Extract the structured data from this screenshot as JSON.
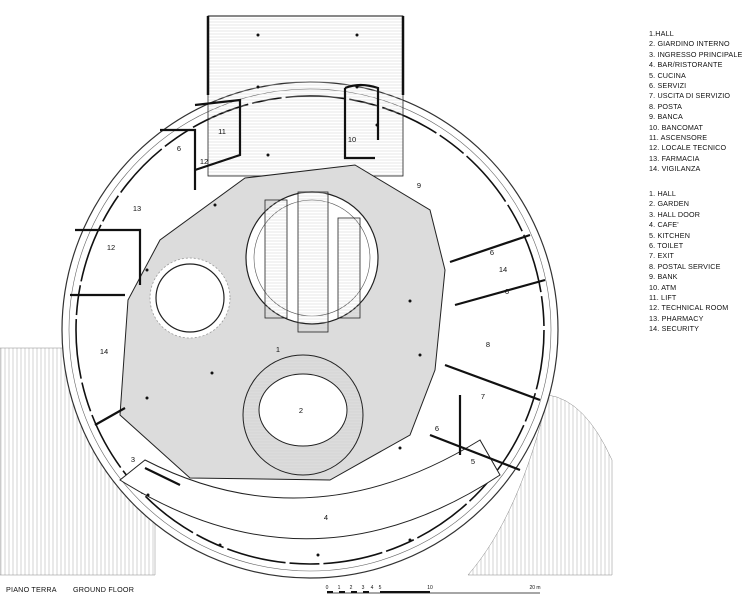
{
  "legend_it": [
    "1.HALL",
    "2. GIARDINO INTERNO",
    "3. INGRESSO PRINCIPALE",
    "4. BAR/RISTORANTE",
    "5. CUCINA",
    "6. SERVIZI",
    "7. USCITA DI SERVIZIO",
    "8. POSTA",
    "9. BANCA",
    "10. BANCOMAT",
    "11. ASCENSORE",
    "12. LOCALE TECNICO",
    "13. FARMACIA",
    "14. VIGILANZA"
  ],
  "legend_en": [
    "1. HALL",
    "2. GARDEN",
    "3. HALL DOOR",
    "4. CAFE'",
    "5. KITCHEN",
    "6. TOILET",
    "7. EXIT",
    "8. POSTAL SERVICE",
    "9. BANK",
    "10. ATM",
    "11. LIFT",
    "12. TECHNICAL ROOM",
    "13. PHARMACY",
    "14. SECURITY"
  ],
  "rooms": {
    "r1": "1",
    "r2": "2",
    "r3": "3",
    "r4": "4",
    "r5": "5",
    "r6a": "6",
    "r6b": "6",
    "r6c": "6",
    "r6d": "6",
    "r7": "7",
    "r8": "8",
    "r9": "9",
    "r10": "10",
    "r11": "11",
    "r12a": "12",
    "r12b": "12",
    "r13": "13",
    "r14a": "14",
    "r14b": "14"
  },
  "scale": {
    "labels": [
      "0",
      "1",
      "2",
      "3",
      "4",
      "5",
      "10",
      "20 m"
    ]
  },
  "footer": {
    "title_it": "PIANO TERRA",
    "title_en": "GROUND FLOOR"
  },
  "colors": {
    "hall_fill": "#dcdcdc",
    "wall": "#111111",
    "hatch": "#9a9a9a"
  }
}
